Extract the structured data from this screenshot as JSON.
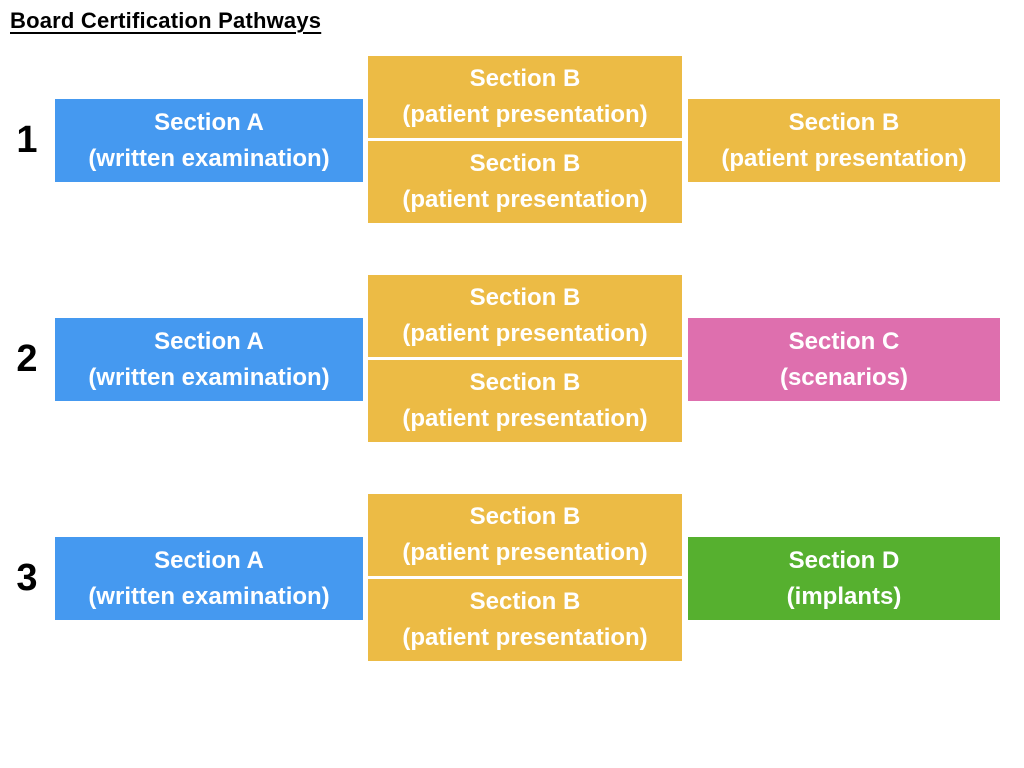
{
  "title": "Board Certification Pathways",
  "colors": {
    "section_a_blue": "#4599f0",
    "section_b_yellow": "#ecbb45",
    "section_c_pink": "#de6fae",
    "section_d_green": "#56b02f",
    "text_white": "#ffffff",
    "heading_black": "#000000"
  },
  "rows": [
    {
      "number": "1",
      "left": {
        "title": "Section A",
        "subtitle": "(written examination)"
      },
      "middle_top": {
        "title": "Section B",
        "subtitle": "(patient presentation)"
      },
      "middle_bottom": {
        "title": "Section B",
        "subtitle": "(patient presentation)"
      },
      "right": {
        "title": "Section B",
        "subtitle": "(patient presentation)"
      }
    },
    {
      "number": "2",
      "left": {
        "title": "Section A",
        "subtitle": "(written examination)"
      },
      "middle_top": {
        "title": "Section B",
        "subtitle": "(patient presentation)"
      },
      "middle_bottom": {
        "title": "Section B",
        "subtitle": "(patient presentation)"
      },
      "right": {
        "title": "Section C",
        "subtitle": "(scenarios)"
      }
    },
    {
      "number": "3",
      "left": {
        "title": "Section A",
        "subtitle": "(written examination)"
      },
      "middle_top": {
        "title": "Section B",
        "subtitle": "(patient presentation)"
      },
      "middle_bottom": {
        "title": "Section B",
        "subtitle": "(patient presentation)"
      },
      "right": {
        "title": "Section D",
        "subtitle": "(implants)"
      }
    }
  ]
}
